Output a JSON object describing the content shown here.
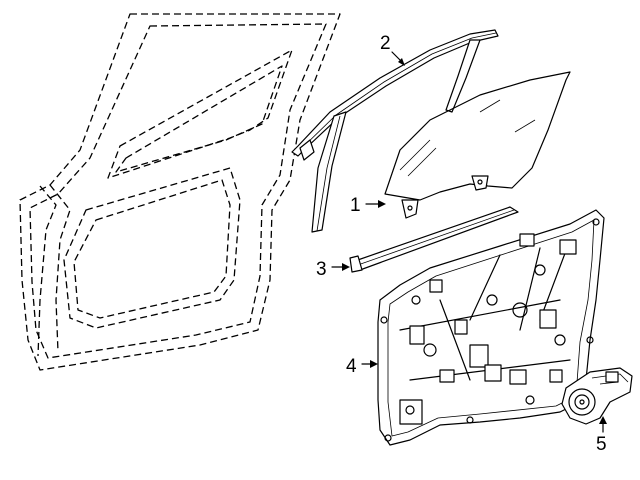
{
  "callouts": [
    {
      "id": "glass",
      "label": "1"
    },
    {
      "id": "run-channel",
      "label": "2"
    },
    {
      "id": "belt-molding",
      "label": "3"
    },
    {
      "id": "regulator-carrier",
      "label": "4"
    },
    {
      "id": "motor",
      "label": "5"
    }
  ]
}
